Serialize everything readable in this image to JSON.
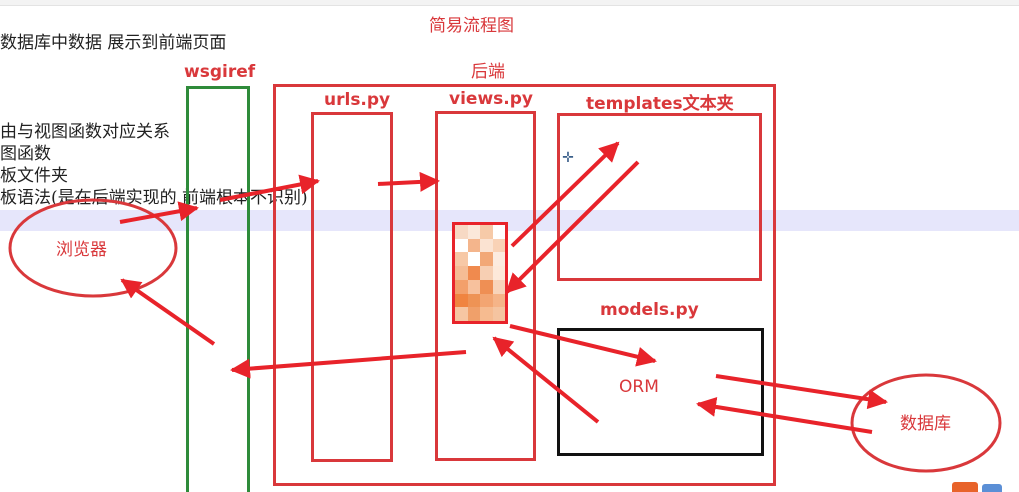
{
  "diagram": {
    "title": "简易流程图",
    "backend_label": "后端",
    "wsgiref_label": "wsgiref",
    "urls_label": "urls.py",
    "views_label": "views.py",
    "templates_label": "templates文本夹",
    "models_label": "models.py",
    "orm_label": "ORM",
    "browser_label": "浏览器",
    "database_label": "数据库"
  },
  "notes": {
    "line1": "数据库中数据 展示到前端页面",
    "line2": "由与视图函数对应关系",
    "line3": "图函数",
    "line4": "板文件夹",
    "line5": "板语法(是在后端实现的 前端根本不识别)"
  },
  "colors": {
    "annotation_red": "#d9383b",
    "wsgiref_green": "#2e8b3a",
    "models_black": "#111111",
    "highlight_band": "#e6e6fb"
  }
}
